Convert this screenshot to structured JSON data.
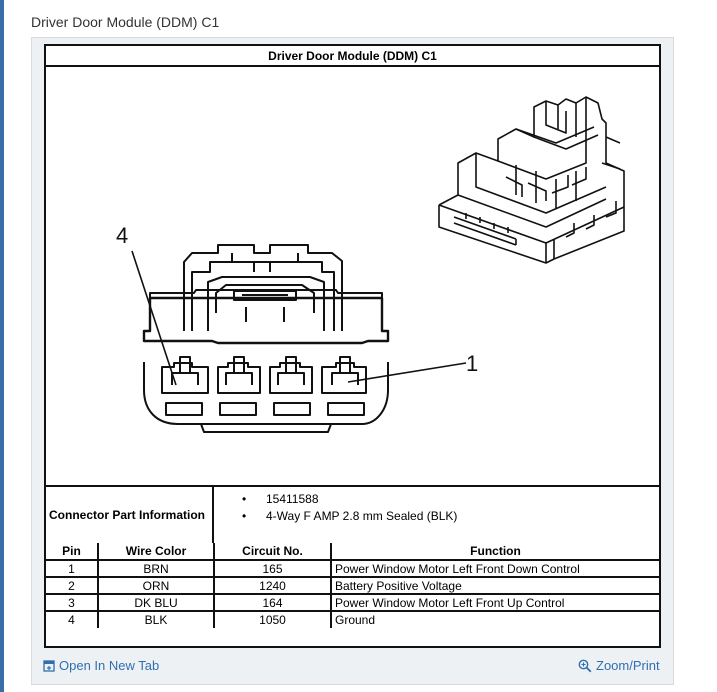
{
  "page": {
    "title": "Driver Door Module (DDM) C1"
  },
  "sheet": {
    "title": "Driver Door Module (DDM) C1",
    "callouts": {
      "pin4": "4",
      "pin1": "1"
    }
  },
  "connector_info": {
    "label": "Connector Part Information",
    "items": [
      "15411588",
      "4-Way F AMP 2.8 mm Sealed (BLK)"
    ]
  },
  "pin_table": {
    "headers": [
      "Pin",
      "Wire Color",
      "Circuit No.",
      "Function"
    ],
    "rows": [
      [
        "1",
        "BRN",
        "165",
        "Power Window Motor Left Front Down Control"
      ],
      [
        "2",
        "ORN",
        "1240",
        "Battery Positive Voltage"
      ],
      [
        "3",
        "DK BLU",
        "164",
        "Power Window Motor Left Front Up Control"
      ],
      [
        "4",
        "BLK",
        "1050",
        "Ground"
      ]
    ]
  },
  "footer": {
    "open_tab_label": "Open In New Tab",
    "zoom_label": "Zoom/Print",
    "open_tab_icon": "open-in-new-tab-icon",
    "zoom_icon": "magnifier-plus-icon",
    "link_color": "#2f6fb0"
  }
}
